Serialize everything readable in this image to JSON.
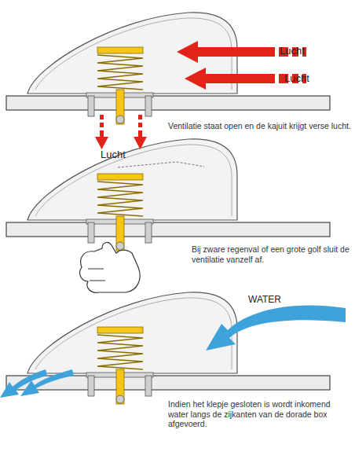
{
  "diagram": {
    "labels": [
      "Lucht",
      "Lucht",
      "Ventilatie staat open en de kajuit krijgt verse lucht.",
      "Lucht",
      "Bij zware regenval of een grote golf sluit de ventilatie vanzelf af.",
      "WATER",
      "Indien het klepje gesloten is wordt inkomend water langs de zijkanten van de dorade box afgevoerd."
    ]
  }
}
